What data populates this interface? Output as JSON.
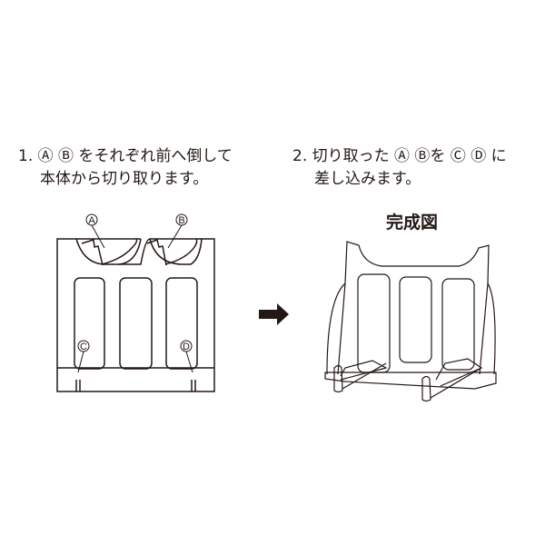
{
  "step1": {
    "line1": "1. Ⓐ Ⓑ をそれぞれ前へ倒して",
    "line2": "本体から切り取ります。"
  },
  "step2": {
    "line1": "2. 切り取った Ⓐ Ⓑを Ⓒ Ⓓ に",
    "line2": "差し込みます。"
  },
  "result_title": "完成図",
  "labels": {
    "a": "A",
    "b": "B",
    "c": "C",
    "d": "D"
  }
}
